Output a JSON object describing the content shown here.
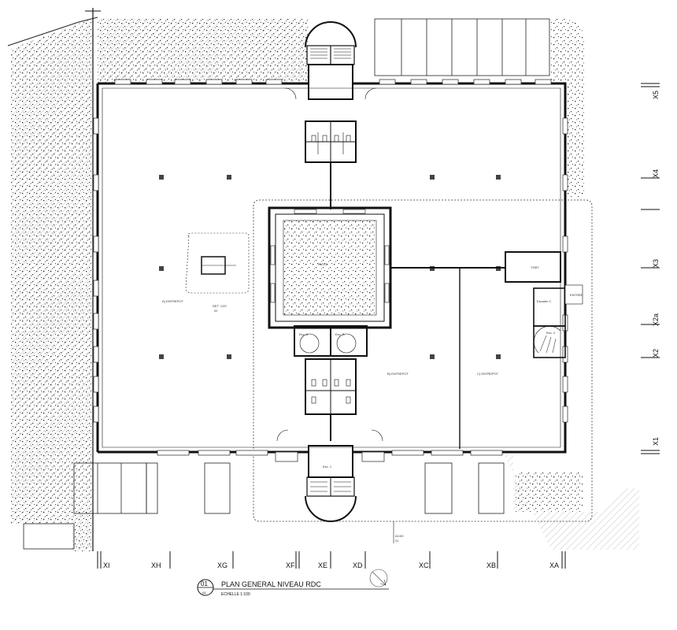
{
  "drawing": {
    "title": "PLAN GENERAL NIVEAU RDC",
    "scale": "ECHELLE 1:100",
    "view_number": "01",
    "view_sheet": "A1"
  },
  "grid_bottom": [
    "XI",
    "XH",
    "XG",
    "XF",
    "XE",
    "XD",
    "XC",
    "XB",
    "XA"
  ],
  "grid_right": [
    "X5",
    "X4",
    "X3",
    "X2a",
    "X2",
    "X1"
  ],
  "rooms": {
    "entrepot_a": "A) ENTREPOT",
    "entrepot_b": "B) ENTREPOT",
    "entrepot_c": "C) ENTREPOT",
    "patio": "PATIO",
    "tgbt": "TGBT",
    "escalier_c": "Escalier C",
    "escalier_2": "Esc. 2",
    "escalier_1": "Esc. 1",
    "esc_a": "Esc. A",
    "esc_b": "Esc. B",
    "entree": "ENTREE"
  },
  "notes": {
    "section_mark": "A1/00",
    "section_sheet": "01",
    "detail_mark": "DET. 1/20",
    "detail_sub": "02"
  }
}
